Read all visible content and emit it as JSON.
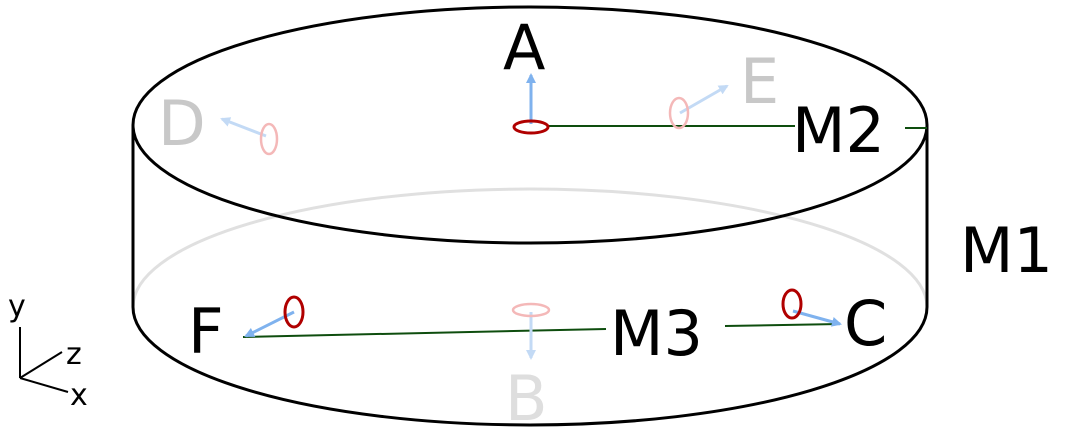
{
  "labels": {
    "A": "A",
    "B": "B",
    "C": "C",
    "D": "D",
    "E": "E",
    "F": "F",
    "M1": "M1",
    "M2": "M2",
    "M3": "M3"
  },
  "axes": {
    "x": "x",
    "y": "y",
    "z": "z"
  },
  "colors": {
    "outline": "#000000",
    "hidden_edge": "#e0e0e0",
    "ring": "#b00000",
    "ring_faded": "#f4b8b8",
    "arrow": "#7fb2ee",
    "arrow_faded": "#c3daf5",
    "link": "#0e4d0e",
    "faded_label": "#c8c8c8",
    "hidden_label": "#dedede"
  }
}
